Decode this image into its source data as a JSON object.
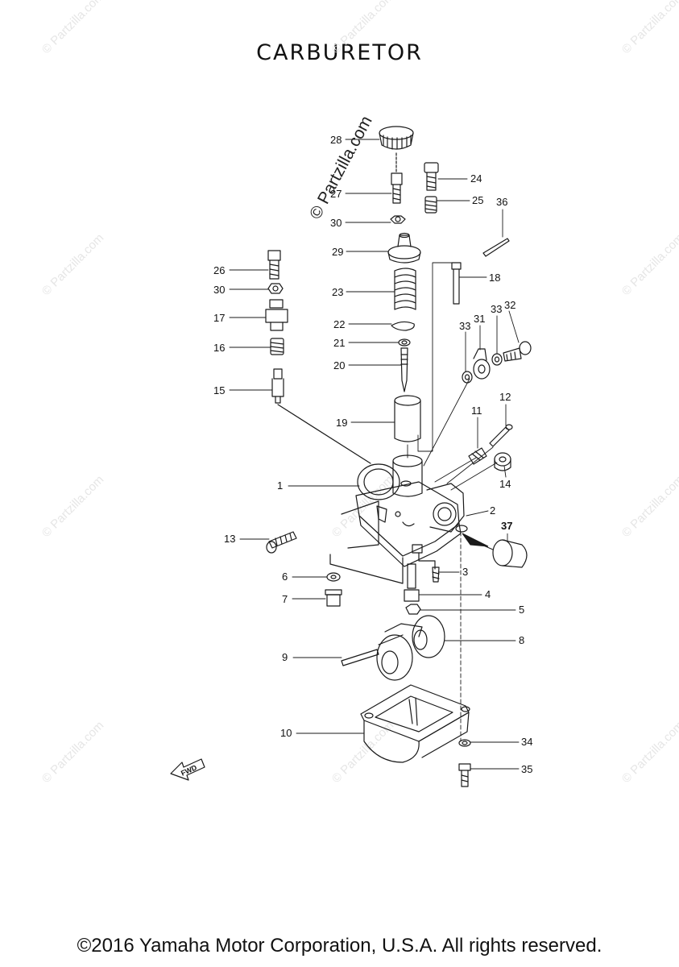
{
  "title": "CARBURETOR",
  "copyright": "©2016 Yamaha Motor Corporation, U.S.A. All rights reserved.",
  "watermark": "© Partzilla.com",
  "fwd_label": "FWD",
  "callouts": [
    "1",
    "2",
    "3",
    "4",
    "5",
    "6",
    "7",
    "8",
    "9",
    "10",
    "11",
    "12",
    "13",
    "14",
    "15",
    "16",
    "17",
    "18",
    "19",
    "20",
    "21",
    "22",
    "23",
    "24",
    "25",
    "26",
    "27",
    "28",
    "29",
    "30",
    "31",
    "32",
    "33",
    "34",
    "35",
    "36",
    "37"
  ],
  "colors": {
    "line": "#1a1a1a",
    "watermark": "#e6e6e6"
  }
}
